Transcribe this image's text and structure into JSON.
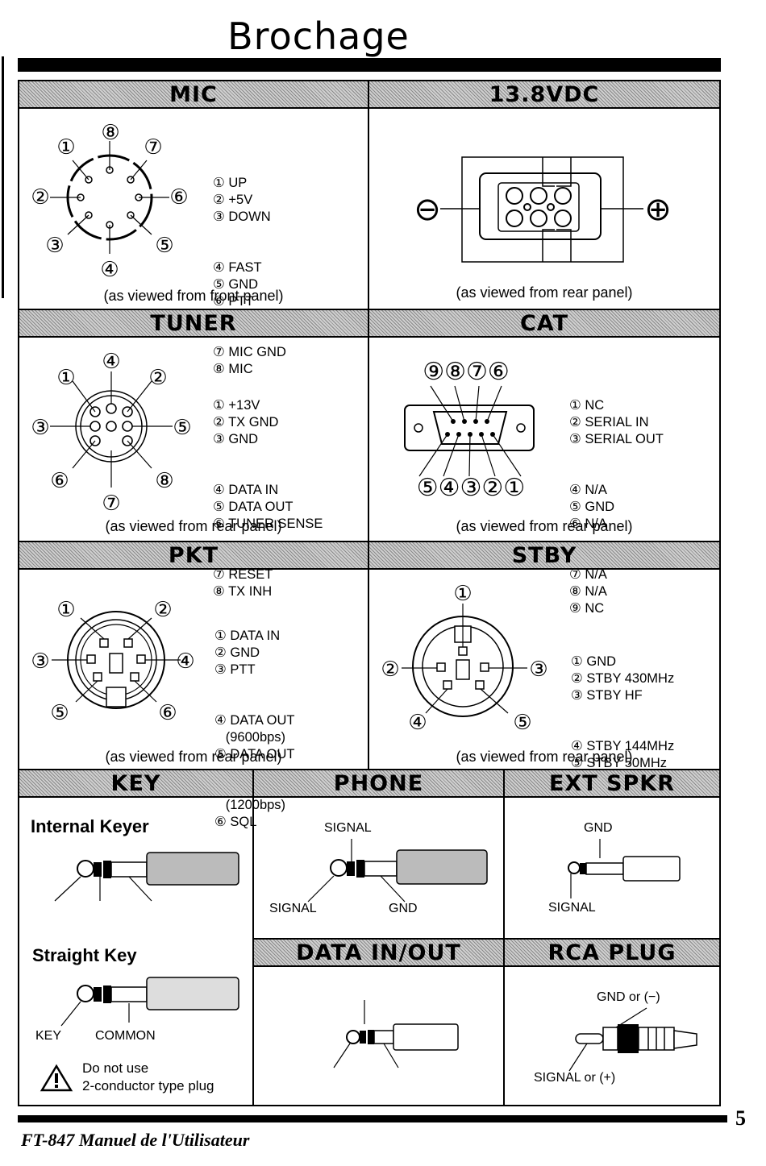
{
  "page": {
    "title": "Brochage",
    "page_number": "5",
    "footer": "FT-847 Manuel de l'Utilisateur"
  },
  "mic": {
    "header": "MIC",
    "pins": [
      "① UP",
      "② +5V",
      "③ DOWN",
      "④ FAST",
      "⑤ GND",
      "⑥ PTT",
      "⑦ MIC GND",
      "⑧ MIC"
    ],
    "numbers": [
      "①",
      "②",
      "③",
      "④",
      "⑤",
      "⑥",
      "⑦",
      "⑧"
    ],
    "caption": "(as viewed from front panel)"
  },
  "dc": {
    "header": "13.8VDC",
    "minus": "⊖",
    "plus": "⊕",
    "caption": "(as viewed from rear panel)"
  },
  "tuner": {
    "header": "TUNER",
    "pins": [
      "① +13V",
      "② TX GND",
      "③ GND",
      "④ DATA IN",
      "⑤ DATA OUT",
      "⑥ TUNER SENSE",
      "⑦ RESET",
      "⑧ TX INH"
    ],
    "numbers": [
      "①",
      "②",
      "③",
      "④",
      "⑤",
      "⑥",
      "⑦",
      "⑧"
    ],
    "caption": "(as viewed from rear panel)"
  },
  "cat": {
    "header": "CAT",
    "top_numbers": "⑨⑧⑦⑥",
    "bottom_numbers": "⑤④③②①",
    "pins": [
      "① NC",
      "② SERIAL IN",
      "③ SERIAL OUT",
      "④ N/A",
      "⑤ GND",
      "⑥ N/A",
      "⑦ N/A",
      "⑧ N/A",
      "⑨ NC"
    ],
    "caption": "(as viewed from rear panel)"
  },
  "pkt": {
    "header": "PKT",
    "pins": [
      "① DATA IN",
      "② GND",
      "③ PTT",
      "④ DATA OUT",
      "   (9600bps)",
      "⑤ DATA OUT",
      "   (1200bps)",
      "⑥ SQL"
    ],
    "numbers": [
      "①",
      "②",
      "③",
      "④",
      "⑤",
      "⑥"
    ],
    "caption": "(as viewed from rear panel)"
  },
  "stby": {
    "header": "STBY",
    "pins": [
      "① GND",
      "② STBY 430MHz",
      "③ STBY HF",
      "④ STBY 144MHz",
      "⑤ STBY 50MHz"
    ],
    "numbers": [
      "①",
      "②",
      "③",
      "④",
      "⑤"
    ],
    "caption": "(as viewed from rear panel)"
  },
  "key": {
    "header": "KEY",
    "internal": "Internal Keyer",
    "straight": "Straight Key",
    "key_label": "KEY",
    "common_label": "COMMON",
    "warning_icon": "warning-triangle-icon",
    "warning_line1": "Do not use",
    "warning_line2": "2-conductor type plug"
  },
  "phone": {
    "header": "PHONE",
    "signal_top": "SIGNAL",
    "signal_bottom": "SIGNAL",
    "gnd": "GND"
  },
  "ext": {
    "header": "EXT SPKR",
    "gnd": "GND",
    "signal": "SIGNAL"
  },
  "data_io": {
    "header": "DATA IN/OUT"
  },
  "rca": {
    "header": "RCA PLUG",
    "gnd": "GND or (−)",
    "signal": "SIGNAL or (+)"
  }
}
